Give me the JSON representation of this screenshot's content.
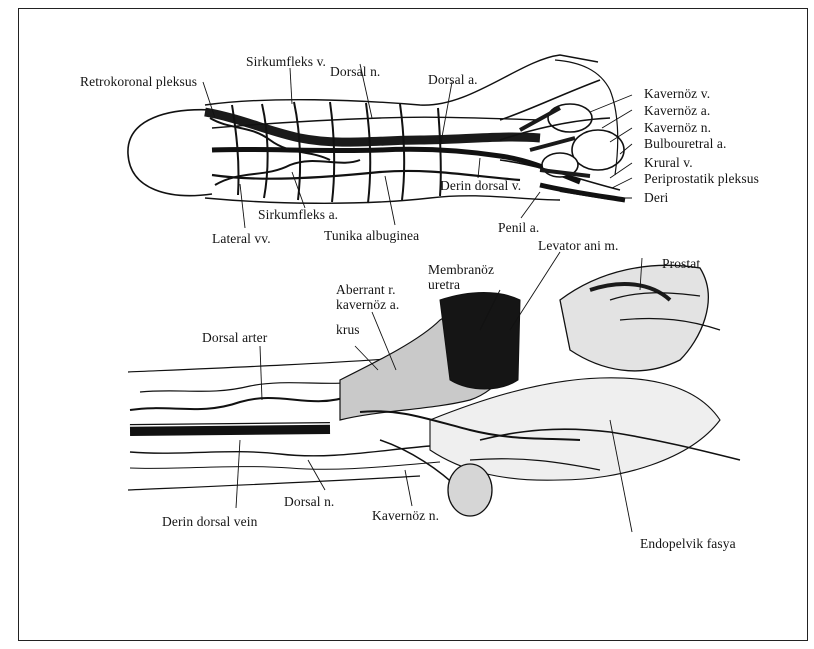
{
  "labels": {
    "retrokoronal": "Retrokoronal pleksus",
    "sirkumfleks_v": "Sirkumfleks v.",
    "dorsal_n_top": "Dorsal n.",
    "dorsal_a": "Dorsal a.",
    "kavernoz_v": "Kavernöz v.",
    "kavernoz_a": "Kavernöz a.",
    "kavernoz_n_top": "Kavernöz n.",
    "bulbouretral_a": "Bulbouretral a.",
    "krural_v": "Krural v.",
    "periprostatik": "Periprostatik pleksus",
    "deri": "Deri",
    "derin_dorsal_v": "Derin dorsal v.",
    "penil_a": "Penil a.",
    "sirkumfleks_a": "Sirkumfleks a.",
    "lateral_vv": "Lateral vv.",
    "tunika": "Tunika albuginea",
    "levator": "Levator ani m.",
    "prostat": "Prostat",
    "membranoz": "Membranöz\nuretra",
    "aberrant": "Aberrant r.\nkavernöz a.",
    "krus": "krus",
    "dorsal_arter": "Dorsal arter",
    "derin_dorsal_vein": "Derin dorsal vein",
    "dorsal_n_bottom": "Dorsal n.",
    "kavernoz_n_bottom": "Kavernöz n.",
    "endopelvik": "Endopelvik fasya"
  }
}
